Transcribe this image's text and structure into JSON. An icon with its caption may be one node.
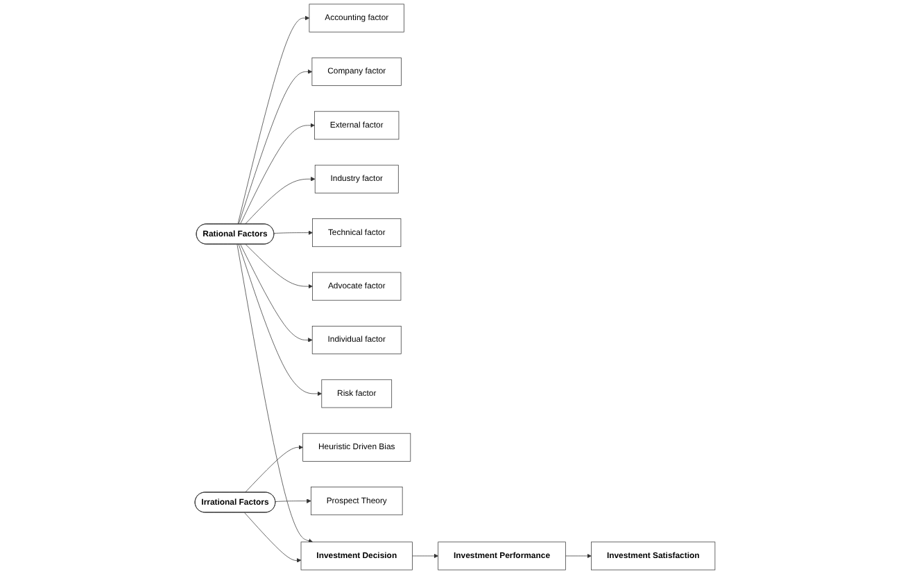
{
  "diagram": {
    "nodes": [
      {
        "text": [
          "Accounting factor"
        ]
      },
      {
        "text": [
          "Company factor"
        ]
      },
      {
        "text": [
          "External factor"
        ]
      },
      {
        "text": [
          "Industry factor"
        ]
      },
      {
        "text": [
          "Technical factor"
        ]
      },
      {
        "text": [
          "Advocate factor"
        ]
      },
      {
        "text": [
          "Individual factor"
        ]
      },
      {
        "text": [
          "Risk factor"
        ]
      },
      {
        "text": [
          "Rational Factors"
        ]
      },
      {
        "text": [
          "Heuristic Driven Bias"
        ]
      },
      {
        "text": [
          "Prospect Theory"
        ]
      },
      {
        "text": [
          "Irrational Factors"
        ]
      },
      {
        "text": [
          "Investment Decision"
        ]
      },
      {
        "text": [
          "Investment Performance"
        ]
      },
      {
        "text": [
          "Investment Satisfaction"
        ]
      }
    ],
    "edges": [
      {
        "from": 8,
        "to": 0,
        "arrow": "to"
      },
      {
        "from": 8,
        "to": 1,
        "arrow": "to"
      },
      {
        "from": 8,
        "to": 2,
        "arrow": "to"
      },
      {
        "from": 8,
        "to": 3,
        "arrow": "to"
      },
      {
        "from": 8,
        "to": 4,
        "arrow": "to"
      },
      {
        "from": 8,
        "to": 5,
        "arrow": "to"
      },
      {
        "from": 8,
        "to": 6,
        "arrow": "to"
      },
      {
        "from": 8,
        "to": 7,
        "arrow": "to"
      },
      {
        "from": 8,
        "to": 12,
        "arrow": "to"
      },
      {
        "from": 11,
        "to": 9,
        "arrow": "to"
      },
      {
        "from": 11,
        "to": 10,
        "arrow": "to"
      },
      {
        "from": 11,
        "to": 12,
        "arrow": "to"
      },
      {
        "from": 12,
        "to": 13,
        "arrow": "to"
      },
      {
        "from": 13,
        "to": 14,
        "arrow": "to"
      }
    ]
  }
}
